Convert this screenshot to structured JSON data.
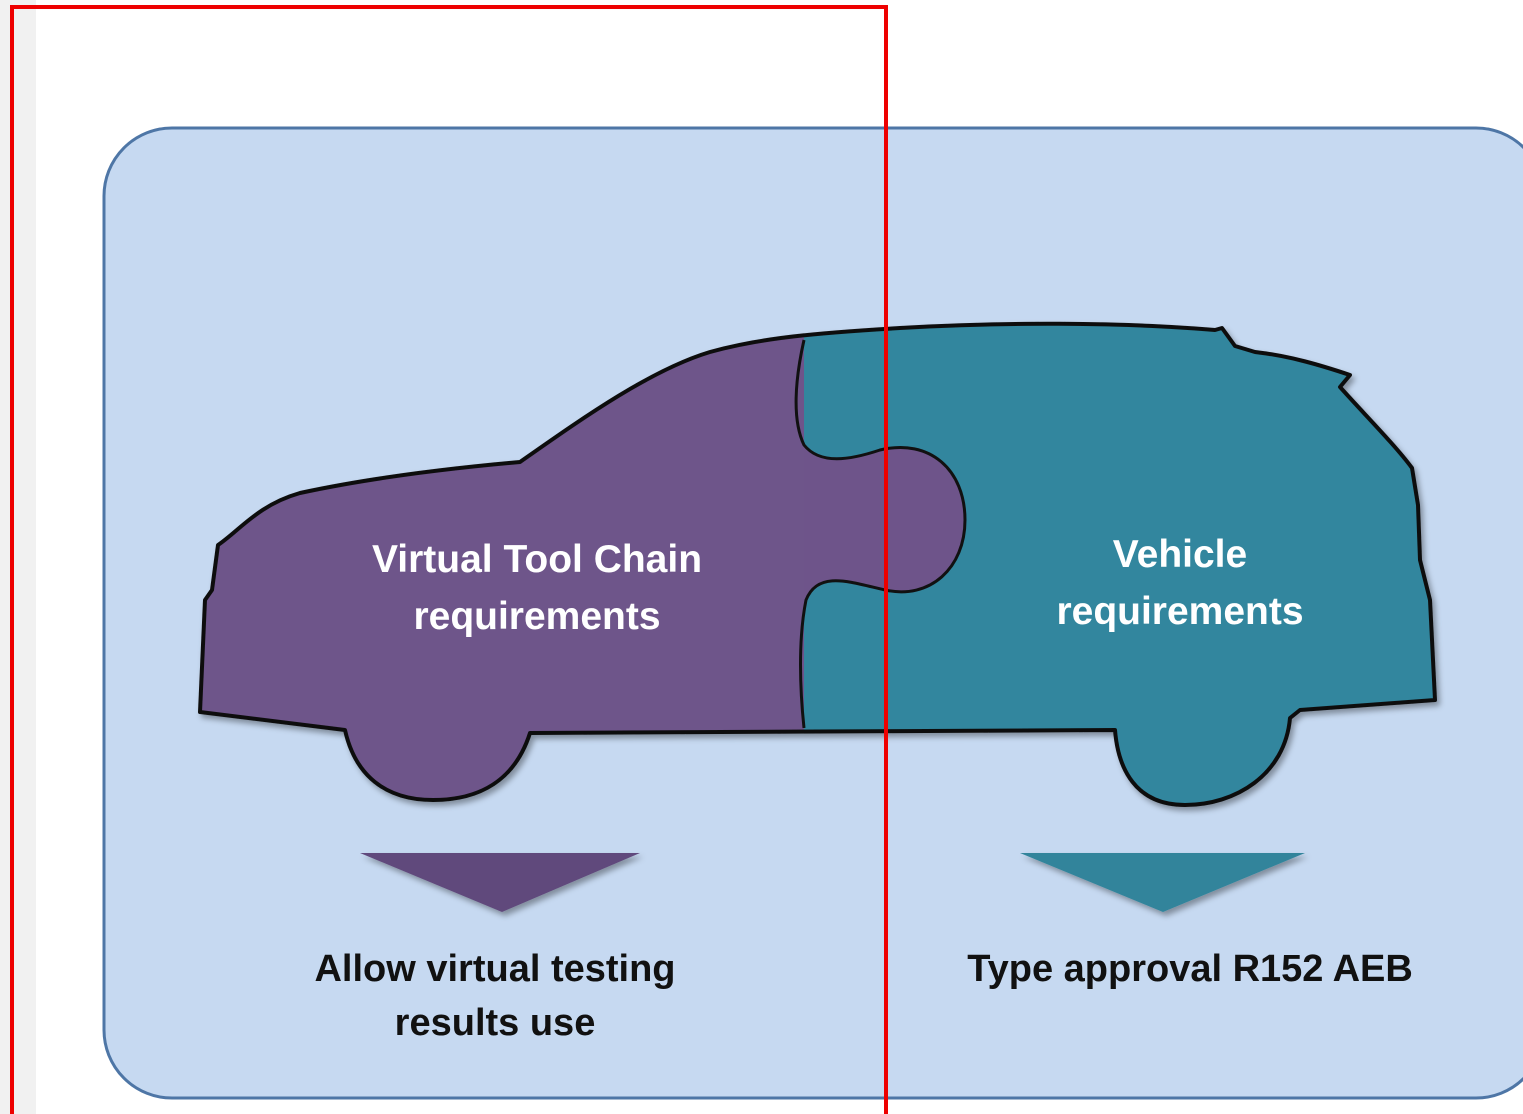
{
  "diagram": {
    "left_piece": {
      "label_line1": "Virtual Tool Chain",
      "label_line2": "requirements",
      "color": "#6E548A"
    },
    "right_piece": {
      "label_line1": "Vehicle",
      "label_line2": "requirements",
      "color": "#31869E"
    },
    "left_outcome": {
      "line1": "Allow virtual testing",
      "line2": "results use"
    },
    "right_outcome": {
      "line1": "Type approval R152 AEB"
    },
    "panel_color": "#C6D9F1",
    "panel_border_color": "#4E76A6",
    "highlight_color": "#EE0000"
  }
}
